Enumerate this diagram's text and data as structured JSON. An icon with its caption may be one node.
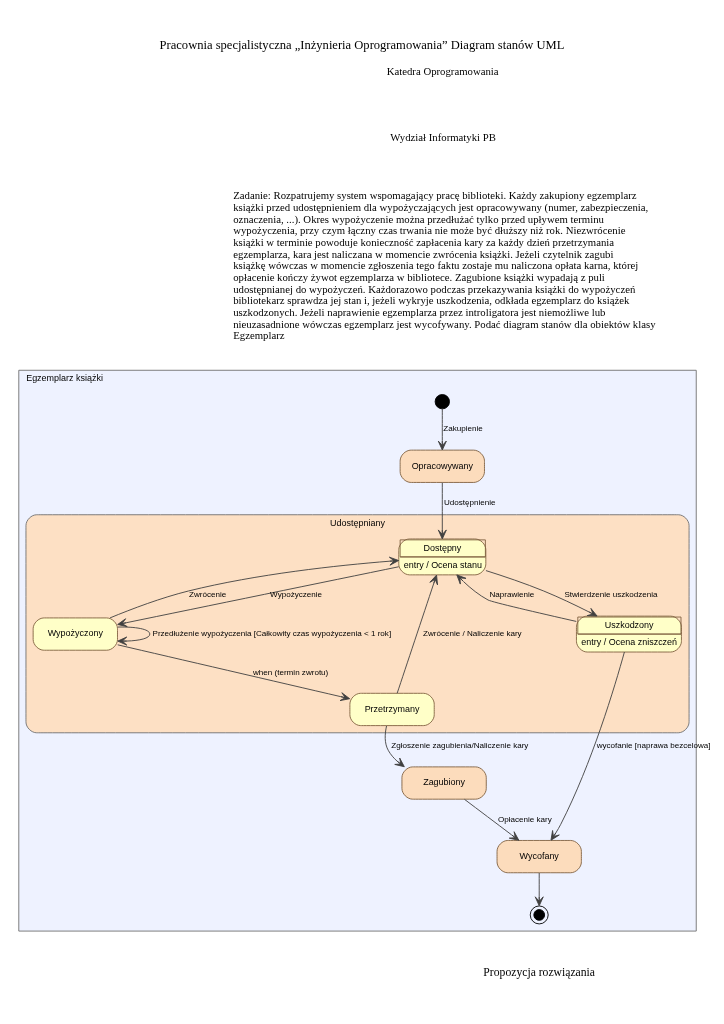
{
  "diagram": {
    "title": "Pracownia specjalistyczna „Inżynieria Oprogramowania” Diagram stanów UML",
    "caption": "Propozycja rozwiązania",
    "nodes": [
      {
        "text": [
          "Egzemplarz książki"
        ]
      },
      {
        "text": [],
        "shape": "circle",
        "in": 0
      },
      {
        "text": [
          "Opracowywany"
        ],
        "in": 0
      },
      {
        "text": [
          "Udostępniany"
        ],
        "in": 0
      },
      {
        "text": [
          "Dostępny",
          "entry / Ocena stanu"
        ],
        "in": 3
      },
      {
        "text": [
          "Wypożyczony"
        ],
        "in": 3
      },
      {
        "text": [
          "Uszkodzony",
          "entry / Ocena zniszczeń"
        ],
        "in": 3
      },
      {
        "text": [
          "Przetrzymany"
        ],
        "in": 3
      },
      {
        "text": [
          "Wycofany"
        ],
        "in": 0
      },
      {
        "text": [
          "Zagubiony"
        ],
        "in": 0
      },
      {
        "text": [],
        "shape": "bullseye",
        "in": 0
      }
    ],
    "edges": [
      {
        "from": 1,
        "to": 2,
        "arrow": "to",
        "label": "Zakupienie"
      },
      {
        "from": 2,
        "to": 4,
        "arrow": "to",
        "label": "Udostępnienie"
      },
      {
        "from": 5,
        "to": 4,
        "arrow": "to",
        "label": "Zwrócenie"
      },
      {
        "from": 4,
        "to": 5,
        "arrow": "to",
        "label": "Wypożyczenie"
      },
      {
        "from": 5,
        "to": 5,
        "arrow": "to",
        "label": "Przedłużenie wypożyczenia [Całkowity czas wypożyczenia < 1 rok]"
      },
      {
        "from": 4,
        "to": 6,
        "arrow": "to",
        "label": "Stwierdzenie uszkodzenia"
      },
      {
        "from": 6,
        "to": 4,
        "arrow": "to",
        "label": "Naprawienie"
      },
      {
        "from": 7,
        "to": 4,
        "arrow": "to",
        "label": "Zwrócenie / Naliczenie kary"
      },
      {
        "from": 5,
        "to": 7,
        "arrow": "to",
        "label": "when (termin zwrotu)"
      },
      {
        "from": 6,
        "to": 8,
        "arrow": "to",
        "label": "wycofanie [naprawa bezcelowa]"
      },
      {
        "from": 7,
        "to": 9,
        "arrow": "to",
        "label": "Zgłoszenie zagubienia/Naliczenie kary"
      },
      {
        "from": 9,
        "to": 8,
        "arrow": "to",
        "label": "Opłacenie kary"
      },
      {
        "from": 8,
        "to": 10,
        "arrow": "to"
      }
    ],
    "labels": [
      "Katedra Oprogramowania",
      "Wydział Informatyki PB",
      "Zadanie: Rozpatrujemy system wspomagający pracę biblioteki. Każdy zakupiony egzemplarz książki przed udostępnieniem dla wypożyczających jest opracowywany (numer, zabezpieczenia, oznaczenia, ...). Okres wypożyczenie można przedłużać tylko przed upływem terminu wypożyczenia, przy czym łączny czas trwania nie może być dłuższy niż rok. Niezwrócenie książki w terminie powoduje konieczność zapłacenia kary za każdy dzień przetrzymania egzemplarza, kara jest naliczana w momencie zwrócenia książki. Jeżeli czytelnik zagubi książkę wówczas w momencie zgłoszenia tego faktu zostaje mu naliczona opłata karna, której opłacenie kończy żywot egzemplarza w bibliotece. Zagubione książki wypadają z puli udostępnianej do wypożyczeń. Każdorazowo podczas przekazywania książki do wypożyczeń bibliotekarz sprawdza jej stan i, jeżeli wykryje uszkodzenia, odkłada egzemplarz do książek uszkodzonych. Jeżeli naprawienie egzemplarza przez introligatora jest niemożliwe lub nieuzasadnione wówczas egzemplarz jest wycofywany. Podać diagram stanów dla obiektów klasy Egzemplarz"
    ]
  }
}
